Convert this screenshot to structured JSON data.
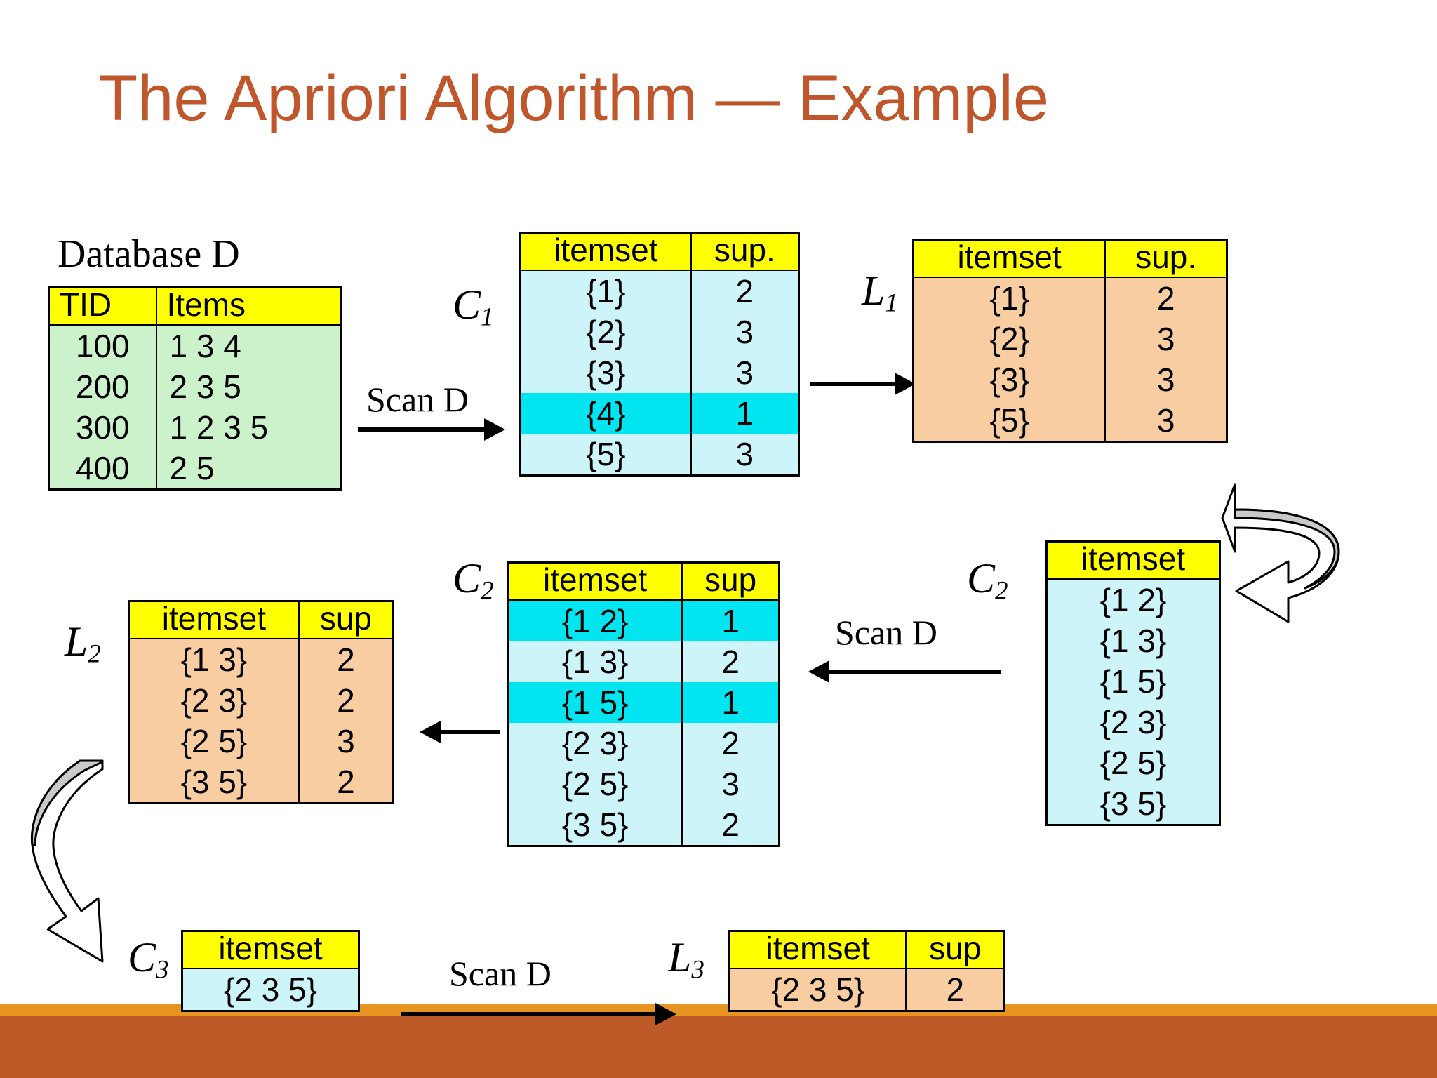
{
  "slide": {
    "title": "The Apriori Algorithm — Example",
    "title_color": "#c0562c",
    "background": "#ffffff",
    "band_colors": {
      "orange": "#e89420",
      "brown": "#bd5a28"
    }
  },
  "palette": {
    "header_yellow": "#ffff00",
    "green_fill": "#ccf2cc",
    "cyan_light_fill": "#cdf4f9",
    "cyan_highlight": "#00e5f0",
    "peach_fill": "#f8cda2",
    "border": "#000000"
  },
  "labels": {
    "database": "Database D",
    "c1": "C",
    "c1_sub": "1",
    "c2": "C",
    "c2_sub": "2",
    "c3": "C",
    "c3_sub": "3",
    "l1": "L",
    "l1_sub": "1",
    "l2": "L",
    "l2_sub": "2",
    "l3": "L",
    "l3_sub": "3",
    "scan_d_1": "Scan D",
    "scan_d_2": "Scan D",
    "scan_d_3": "Scan D"
  },
  "database_table": {
    "name": "Database D",
    "headers": [
      "TID",
      "Items"
    ],
    "rows": [
      {
        "tid": "100",
        "items": "1 3 4"
      },
      {
        "tid": "200",
        "items": "2 3 5"
      },
      {
        "tid": "300",
        "items": "1 2 3 5"
      },
      {
        "tid": "400",
        "items": "2 5"
      }
    ]
  },
  "c1_table": {
    "name": "C1",
    "headers": [
      "itemset",
      "sup."
    ],
    "rows": [
      {
        "itemset": "{1}",
        "sup": "2",
        "highlight": false
      },
      {
        "itemset": "{2}",
        "sup": "3",
        "highlight": false
      },
      {
        "itemset": "{3}",
        "sup": "3",
        "highlight": false
      },
      {
        "itemset": "{4}",
        "sup": "1",
        "highlight": true
      },
      {
        "itemset": "{5}",
        "sup": "3",
        "highlight": false
      }
    ]
  },
  "l1_table": {
    "name": "L1",
    "headers": [
      "itemset",
      "sup."
    ],
    "rows": [
      {
        "itemset": "{1}",
        "sup": "2"
      },
      {
        "itemset": "{2}",
        "sup": "3"
      },
      {
        "itemset": "{3}",
        "sup": "3"
      },
      {
        "itemset": "{5}",
        "sup": "3"
      }
    ]
  },
  "c2_count_table": {
    "name": "C2 with counts",
    "headers": [
      "itemset",
      "sup"
    ],
    "rows": [
      {
        "itemset": "{1 2}",
        "sup": "1",
        "highlight": true
      },
      {
        "itemset": "{1 3}",
        "sup": "2",
        "highlight": false
      },
      {
        "itemset": "{1 5}",
        "sup": "1",
        "highlight": true
      },
      {
        "itemset": "{2 3}",
        "sup": "2",
        "highlight": false
      },
      {
        "itemset": "{2 5}",
        "sup": "3",
        "highlight": false
      },
      {
        "itemset": "{3 5}",
        "sup": "2",
        "highlight": false
      }
    ]
  },
  "c2_candidate_table": {
    "name": "C2 candidates",
    "headers": [
      "itemset"
    ],
    "rows": [
      {
        "itemset": "{1 2}"
      },
      {
        "itemset": "{1 3}"
      },
      {
        "itemset": "{1 5}"
      },
      {
        "itemset": "{2 3}"
      },
      {
        "itemset": "{2 5}"
      },
      {
        "itemset": "{3 5}"
      }
    ]
  },
  "l2_table": {
    "name": "L2",
    "headers": [
      "itemset",
      "sup"
    ],
    "rows": [
      {
        "itemset": "{1 3}",
        "sup": "2"
      },
      {
        "itemset": "{2 3}",
        "sup": "2"
      },
      {
        "itemset": "{2 5}",
        "sup": "3"
      },
      {
        "itemset": "{3 5}",
        "sup": "2"
      }
    ]
  },
  "c3_table": {
    "name": "C3",
    "headers": [
      "itemset"
    ],
    "rows": [
      {
        "itemset": "{2 3 5}"
      }
    ]
  },
  "l3_table": {
    "name": "L3",
    "headers": [
      "itemset",
      "sup"
    ],
    "rows": [
      {
        "itemset": "{2 3 5}",
        "sup": "2"
      }
    ]
  }
}
